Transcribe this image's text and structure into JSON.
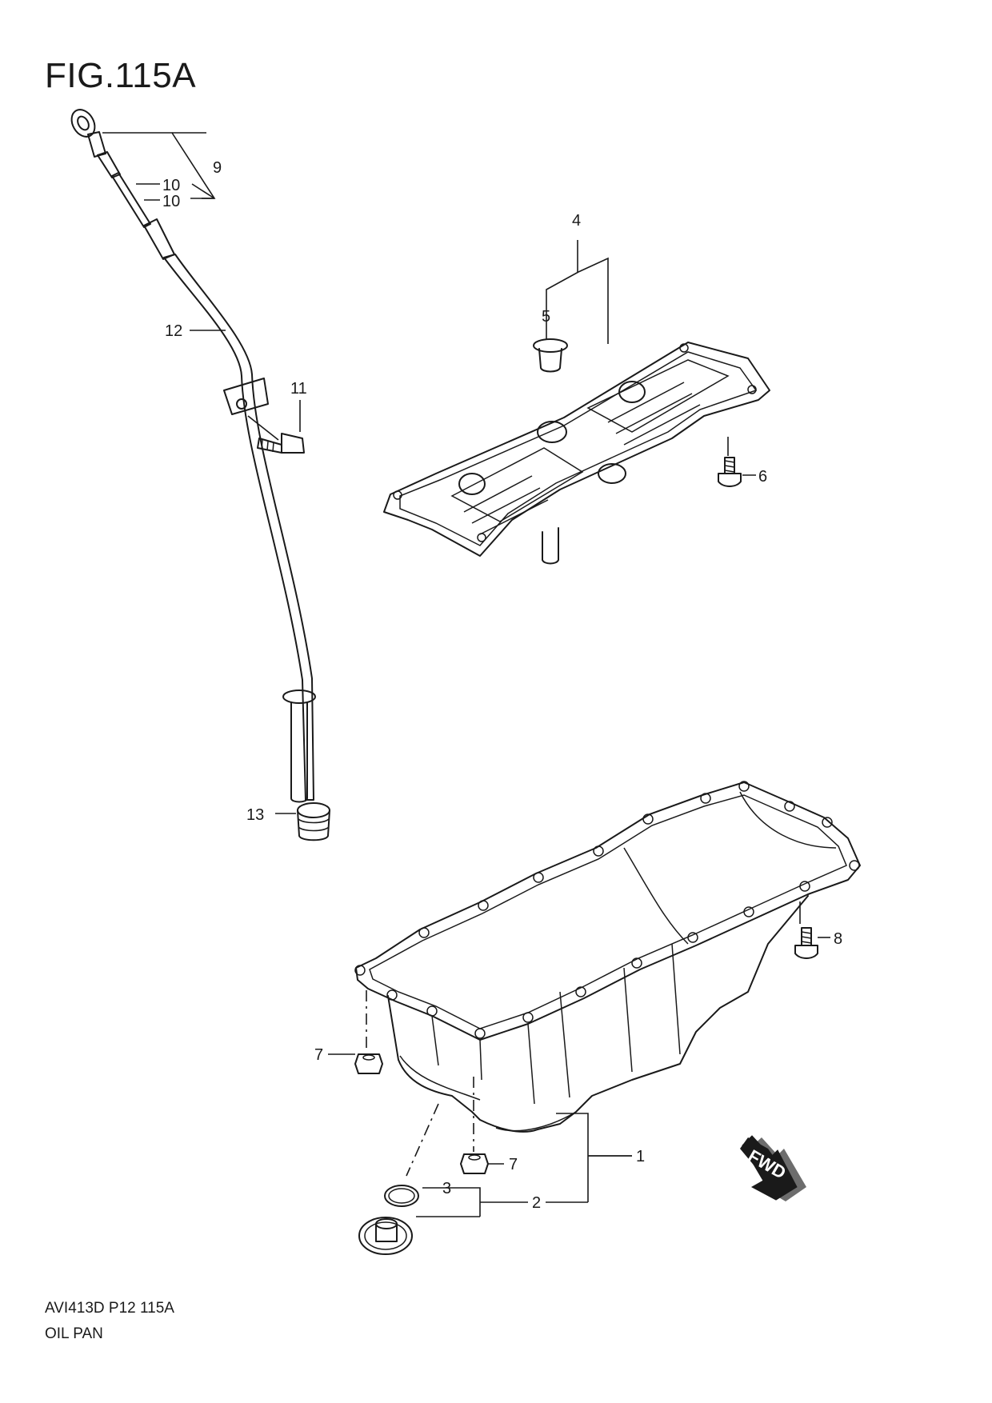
{
  "figure": {
    "title": "FIG.115A",
    "code": "AVI413D P12 115A",
    "name": "OIL PAN"
  },
  "callouts": {
    "c1": "1",
    "c2": "2",
    "c3": "3",
    "c4": "4",
    "c5": "5",
    "c6": "6",
    "c7a": "7",
    "c7b": "7",
    "c8": "8",
    "c9": "9",
    "c10a": "10",
    "c10b": "10",
    "c11": "11",
    "c12": "12",
    "c13": "13"
  },
  "direction": {
    "label": "FWD"
  }
}
